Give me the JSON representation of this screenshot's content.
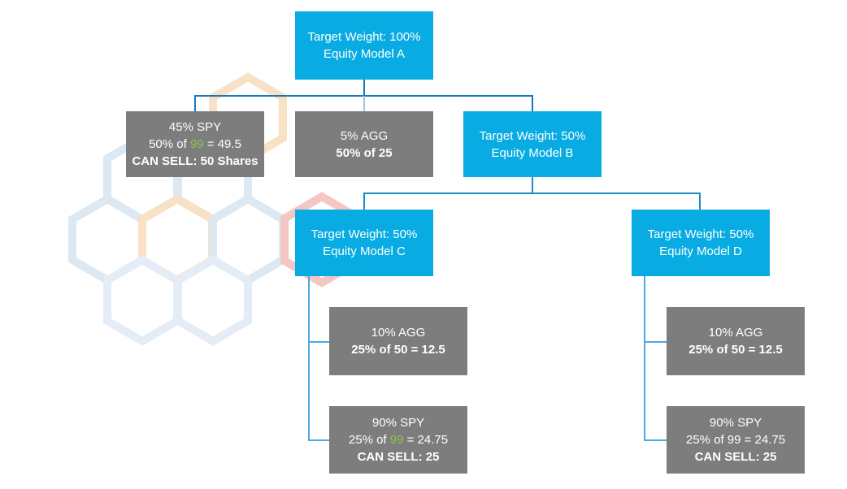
{
  "colors": {
    "blue_box": "#09ace2",
    "gray_box": "#7d7d7d",
    "box_text": "#ffffff",
    "green_highlight": "#8dc63f",
    "rail1": "#1878bd",
    "rail2": "#1e8cc8",
    "light_drop": "#96c8eb",
    "hook": "#4aa9e2",
    "hex_blue": "#dce8f2",
    "hex_blue_faint": "#e4edf6",
    "hex_peach": "#f9e1c5",
    "hex_pink": "#f5c6c3"
  },
  "nodes": {
    "model_a": {
      "line1": "Target Weight: 100%",
      "line2": "Equity Model A"
    },
    "spy45": {
      "line1": "45% SPY",
      "line2_pre": "50% of ",
      "line2_hl": "99",
      "line2_post": " = 49.5",
      "line3": "CAN SELL: 50 Shares"
    },
    "agg5": {
      "line1": "5% AGG",
      "line2": "50% of 25"
    },
    "model_b": {
      "line1": "Target Weight: 50%",
      "line2": "Equity Model B"
    },
    "model_c": {
      "line1": "Target Weight: 50%",
      "line2": "Equity Model C"
    },
    "model_d": {
      "line1": "Target Weight: 50%",
      "line2": "Equity Model D"
    },
    "agg10_c": {
      "line1": "10% AGG",
      "line2": "25% of 50 = 12.5"
    },
    "spy90_c": {
      "line1": "90% SPY",
      "line2_pre": "25% of ",
      "line2_hl": "99",
      "line2_post": " = 24.75",
      "line3": "CAN SELL: 25"
    },
    "agg10_d": {
      "line1": "10% AGG",
      "line2": "25% of 50 = 12.5"
    },
    "spy90_d": {
      "line1": "90% SPY",
      "line2": "25% of 99 = 24.75",
      "line3": "CAN SELL: 25"
    }
  },
  "edges": [
    {
      "from": "Equity Model A",
      "to": [
        "45% SPY",
        "5% AGG",
        "Equity Model B"
      ]
    },
    {
      "from": "Equity Model B",
      "to": [
        "Equity Model C",
        "Equity Model D"
      ]
    },
    {
      "from": "Equity Model C",
      "to": [
        "10% AGG",
        "90% SPY"
      ]
    },
    {
      "from": "Equity Model D",
      "to": [
        "10% AGG",
        "90% SPY"
      ]
    }
  ]
}
